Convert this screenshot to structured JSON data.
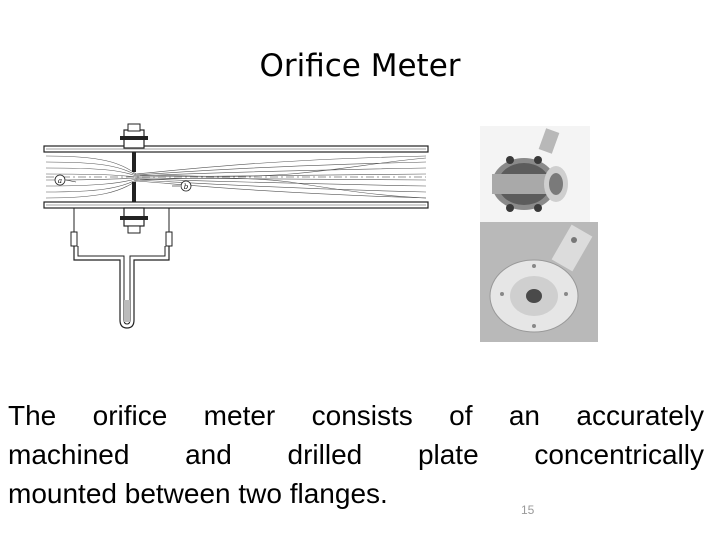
{
  "slide": {
    "title": "Orifice Meter",
    "body_lines": [
      "The orifice meter consists of an accurately",
      "machined and drilled plate concentrically",
      "mounted between two flanges."
    ],
    "page_number": "15",
    "diagram": {
      "label_a": "a",
      "label_b": "b"
    }
  }
}
